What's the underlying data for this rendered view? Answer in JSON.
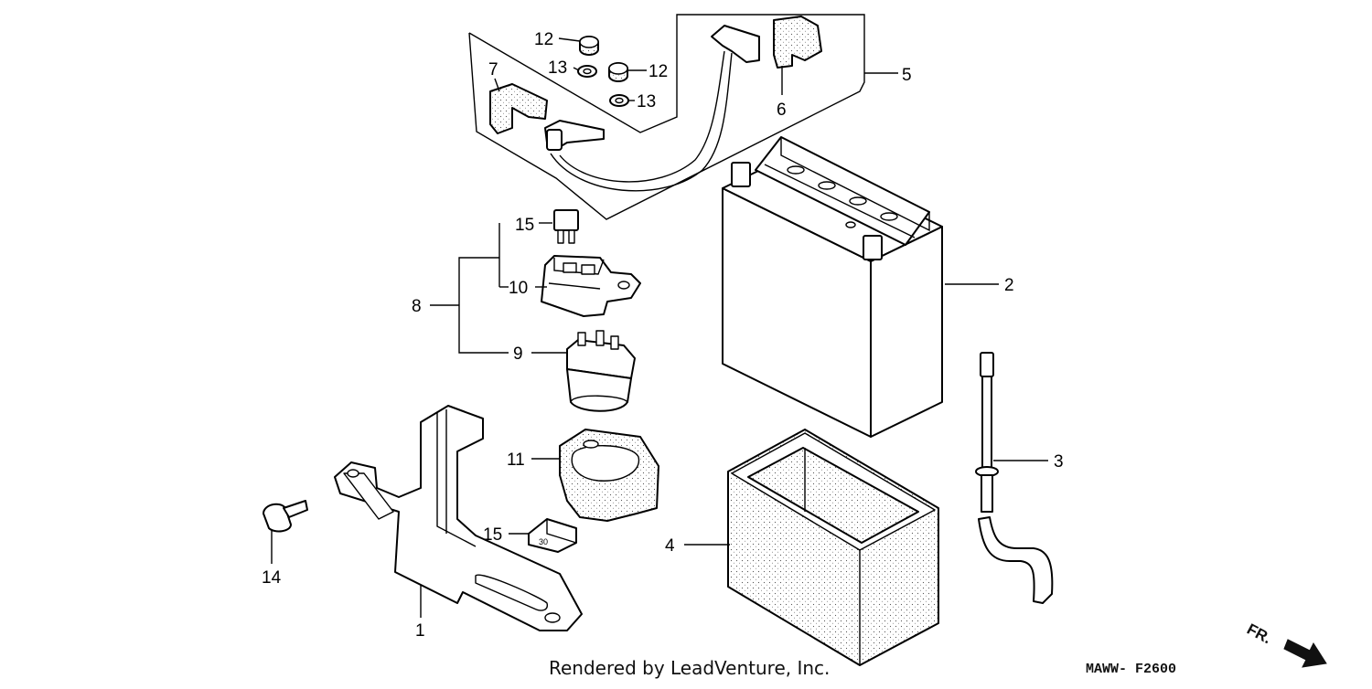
{
  "diagram": {
    "callouts": {
      "c1": "1",
      "c2": "2",
      "c3": "3",
      "c4": "4",
      "c5": "5",
      "c6": "6",
      "c7": "7",
      "c8": "8",
      "c9": "9",
      "c10": "10",
      "c11": "11",
      "c12a": "12",
      "c12b": "12",
      "c13a": "13",
      "c13b": "13",
      "c14": "14",
      "c15a": "15",
      "c15b": "15"
    },
    "fuse_rating": "30",
    "credit": "Rendered by LeadVenture, Inc.",
    "diagram_code": "MAWW- F2600",
    "direction_label": "FR."
  }
}
